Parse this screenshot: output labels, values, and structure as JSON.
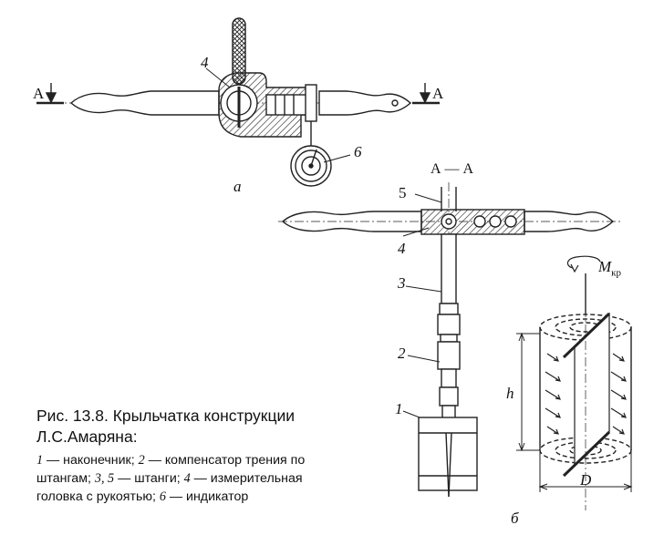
{
  "labels": {
    "section_left": "А",
    "section_right": "А",
    "part4_top": "4",
    "part6": "6",
    "view_a": "а",
    "section_title": "А — А",
    "part5": "5",
    "part4_side": "4",
    "part3": "3",
    "part2": "2",
    "part1": "1",
    "view_b": "б",
    "torque": "M",
    "torque_sub": "кр",
    "height": "h",
    "diameter": "D"
  },
  "caption": {
    "title": "Рис. 13.8. Крыльчатка конструкции Л.С.Амаряна:",
    "items": [
      {
        "num": "1",
        "text": " — наконечник; "
      },
      {
        "num": "2",
        "text": " — компенсатор трения по штангам; "
      },
      {
        "num": "3, 5",
        "text": " — штанги; "
      },
      {
        "num": "4",
        "text": " — измерительная головка с рукоятью; "
      },
      {
        "num": "6",
        "text": " — индикатор"
      }
    ]
  }
}
